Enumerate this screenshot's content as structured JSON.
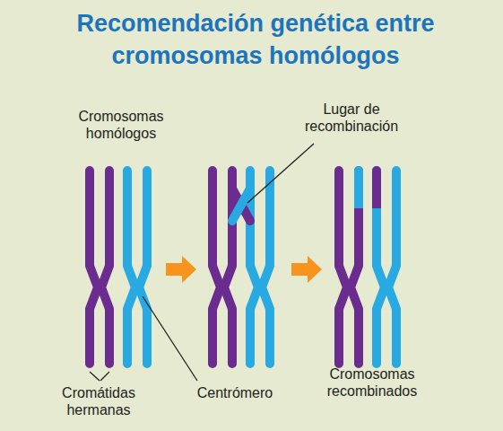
{
  "diagram": {
    "title": "Recomendación genética entre cromosomas homólogos",
    "labels": [
      "Cromosomas homólogos",
      "Lugar de recombinación",
      "Cromátidas hermanas",
      "Centrómero",
      "Cromosomas recombinados"
    ]
  }
}
